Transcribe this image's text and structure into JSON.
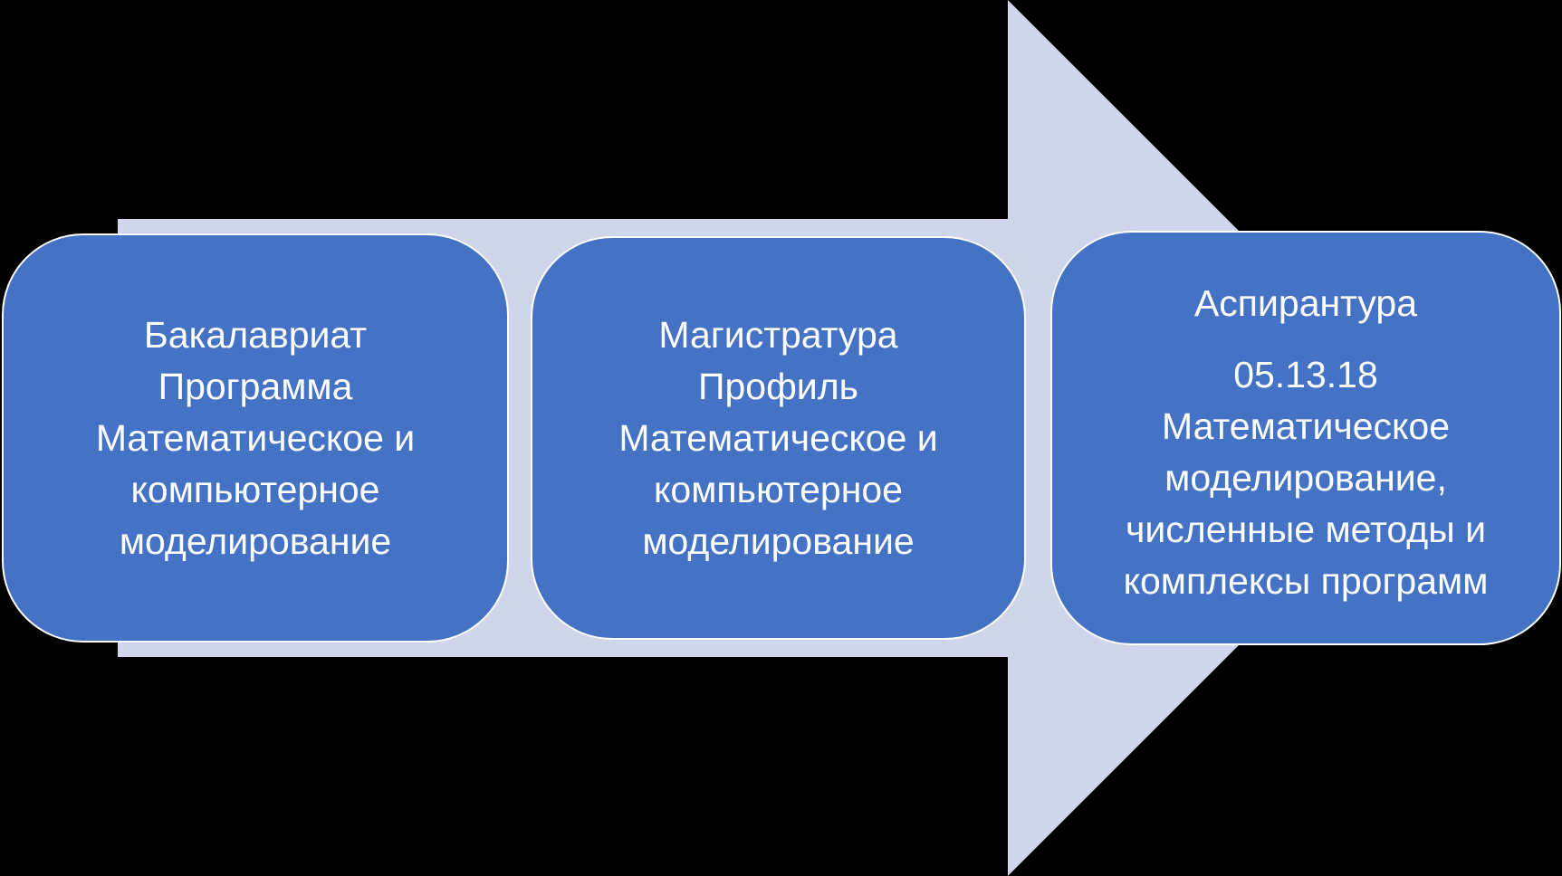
{
  "colors": {
    "box": "#4472C4",
    "arrow": "#CFD5EA",
    "background": "#000000"
  },
  "stages": [
    {
      "lines": [
        "Бакалавриат",
        "Программа",
        "Математическое и",
        "компьютерное",
        "моделирование"
      ]
    },
    {
      "lines": [
        "Магистратура",
        "Профиль",
        "Математическое и",
        "компьютерное",
        "моделирование"
      ]
    },
    {
      "title": "Аспирантура",
      "lines": [
        "05.13.18",
        "Математическое",
        "моделирование,",
        "численные методы и",
        "комплексы программ"
      ]
    }
  ]
}
